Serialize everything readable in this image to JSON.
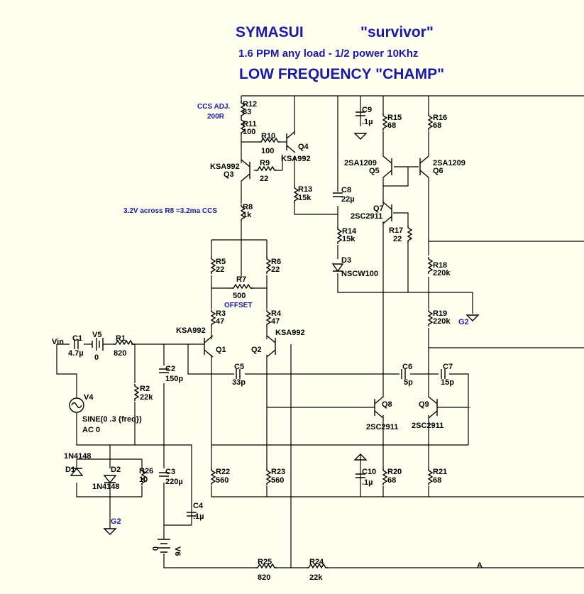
{
  "header": {
    "line1_left": "SYMASUI",
    "line1_right": "\"survivor\"",
    "line2": "1.6 PPM  any load - 1/2 power 10Khz",
    "line3": "LOW FREQUENCY \"CHAMP\""
  },
  "notes": {
    "ccs_adj_1": "CCS ADJ.",
    "ccs_adj_2": "200R",
    "ccs_current": "3.2V across R8 =3.2ma CCS",
    "offset": "OFFSET"
  },
  "labels": {
    "r12": "R12",
    "r12v": "83",
    "r11": "R11",
    "r11v": "100",
    "r10": "R10",
    "r10v": "100",
    "q4": "Q4",
    "q4t": "KSA992",
    "q3t": "KSA992",
    "q3": "Q3",
    "r9": "R9",
    "r9v": "22",
    "r13": "R13",
    "r13v": "15k",
    "r8": "R8",
    "r8v": "1k",
    "r5": "R5",
    "r5v": "22",
    "r6": "R6",
    "r6v": "22",
    "r7": "R7",
    "r7v": "500",
    "r3": "R3",
    "r3v": "47",
    "r4": "R4",
    "r4v": "47",
    "q1t": "KSA992",
    "q1": "Q1",
    "q2": "Q2",
    "q2t": "KSA992",
    "vin": "Vin",
    "c1": "C1",
    "c1v": "4.7µ",
    "v5": "V5",
    "v5v": "0",
    "r1": "R1",
    "r1v": "820",
    "c2": "C2",
    "c2v": "150p",
    "r2": "R2",
    "r2v": "22k",
    "v4": "V4",
    "sine": "SINE(0 .3 {freq})",
    "ac": "AC 0",
    "c5": "C5",
    "c5v": "33p",
    "c6": "C6",
    "c6v": "5p",
    "c7": "C7",
    "c7v": "15p",
    "c9": "C9",
    "c9v": ".1µ",
    "r15": "R15",
    "r15v": "68",
    "r16": "R16",
    "r16v": "68",
    "q5t": "2SA1209",
    "q5": "Q5",
    "q6t": "2SA1209",
    "q6": "Q6",
    "c8": "C8",
    "c8v": "22µ",
    "q7": "Q7",
    "q7t": "2SC2911",
    "r17": "R17",
    "r17v": "22",
    "r14": "R14",
    "r14v": "15k",
    "d3": "D3",
    "d3t": "NSCW100",
    "r18": "R18",
    "r18v": "220k",
    "r19": "R19",
    "r19v": "220k",
    "g2a": "G2",
    "q8": "Q8",
    "q8t": "2SC2911",
    "q9": "Q9",
    "q9t": "2SC2911",
    "d1t": "1N4148",
    "d1": "D1",
    "d2": "D2",
    "d2t": "1N4148",
    "r26": "R26",
    "r26v": "10",
    "c3": "C3",
    "c3v": "220µ",
    "c4": "C4",
    "c4v": ".1µ",
    "g2b": "G2",
    "r22": "R22",
    "r22v": "560",
    "r23": "R23",
    "r23v": "560",
    "c10": "C10",
    "c10v": ".1µ",
    "r20": "R20",
    "r20v": "68",
    "r21": "R21",
    "r21v": "68",
    "v6": "V6",
    "v6v": "0",
    "r25": "R25",
    "r25v": "820",
    "r24": "R24",
    "r24v": "22k",
    "a": "A"
  }
}
